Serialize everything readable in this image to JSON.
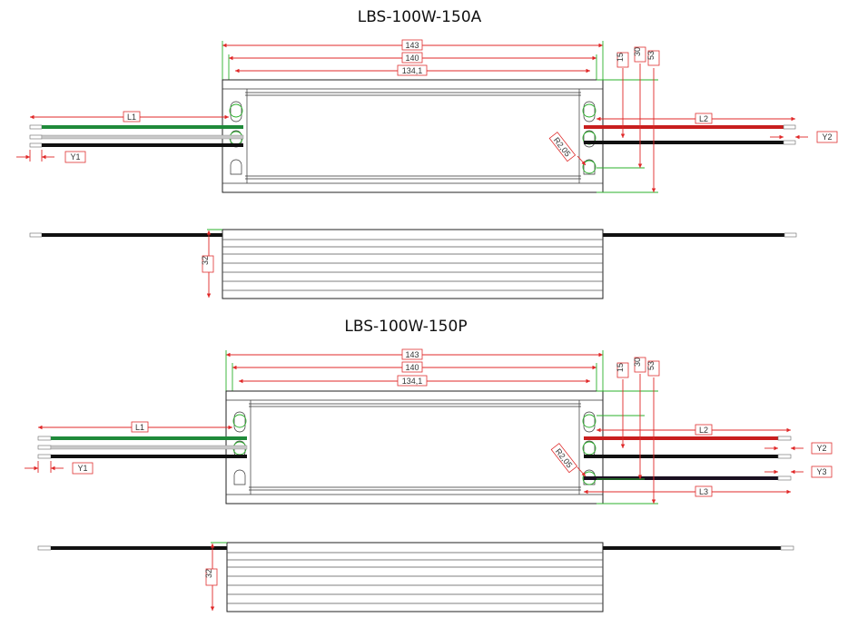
{
  "colors": {
    "green_wire": "#1f8a3a",
    "red_wire": "#c81e1e",
    "black_wire": "#111111",
    "white_wire": "#c8c8c8",
    "dim_red": "#e02828",
    "dim_green": "#2bb02b"
  },
  "model_a": {
    "title": "LBS-100W-150A",
    "dims": {
      "d143": "143",
      "d140": "140",
      "d134": "134,1",
      "d15": "15",
      "d30": "30",
      "d53": "53",
      "radius": "R2,05",
      "height": "32"
    },
    "labels": {
      "l1": "L1",
      "l2": "L2",
      "y1": "Y1",
      "y2": "Y2"
    }
  },
  "model_p": {
    "title": "LBS-100W-150P",
    "dims": {
      "d143": "143",
      "d140": "140",
      "d134": "134,1",
      "d15": "15",
      "d30": "30",
      "d53": "53",
      "radius": "R2,05",
      "height": "32"
    },
    "labels": {
      "l1": "L1",
      "l2": "L2",
      "l3": "L3",
      "y1": "Y1",
      "y2": "Y2",
      "y3": "Y3"
    }
  }
}
